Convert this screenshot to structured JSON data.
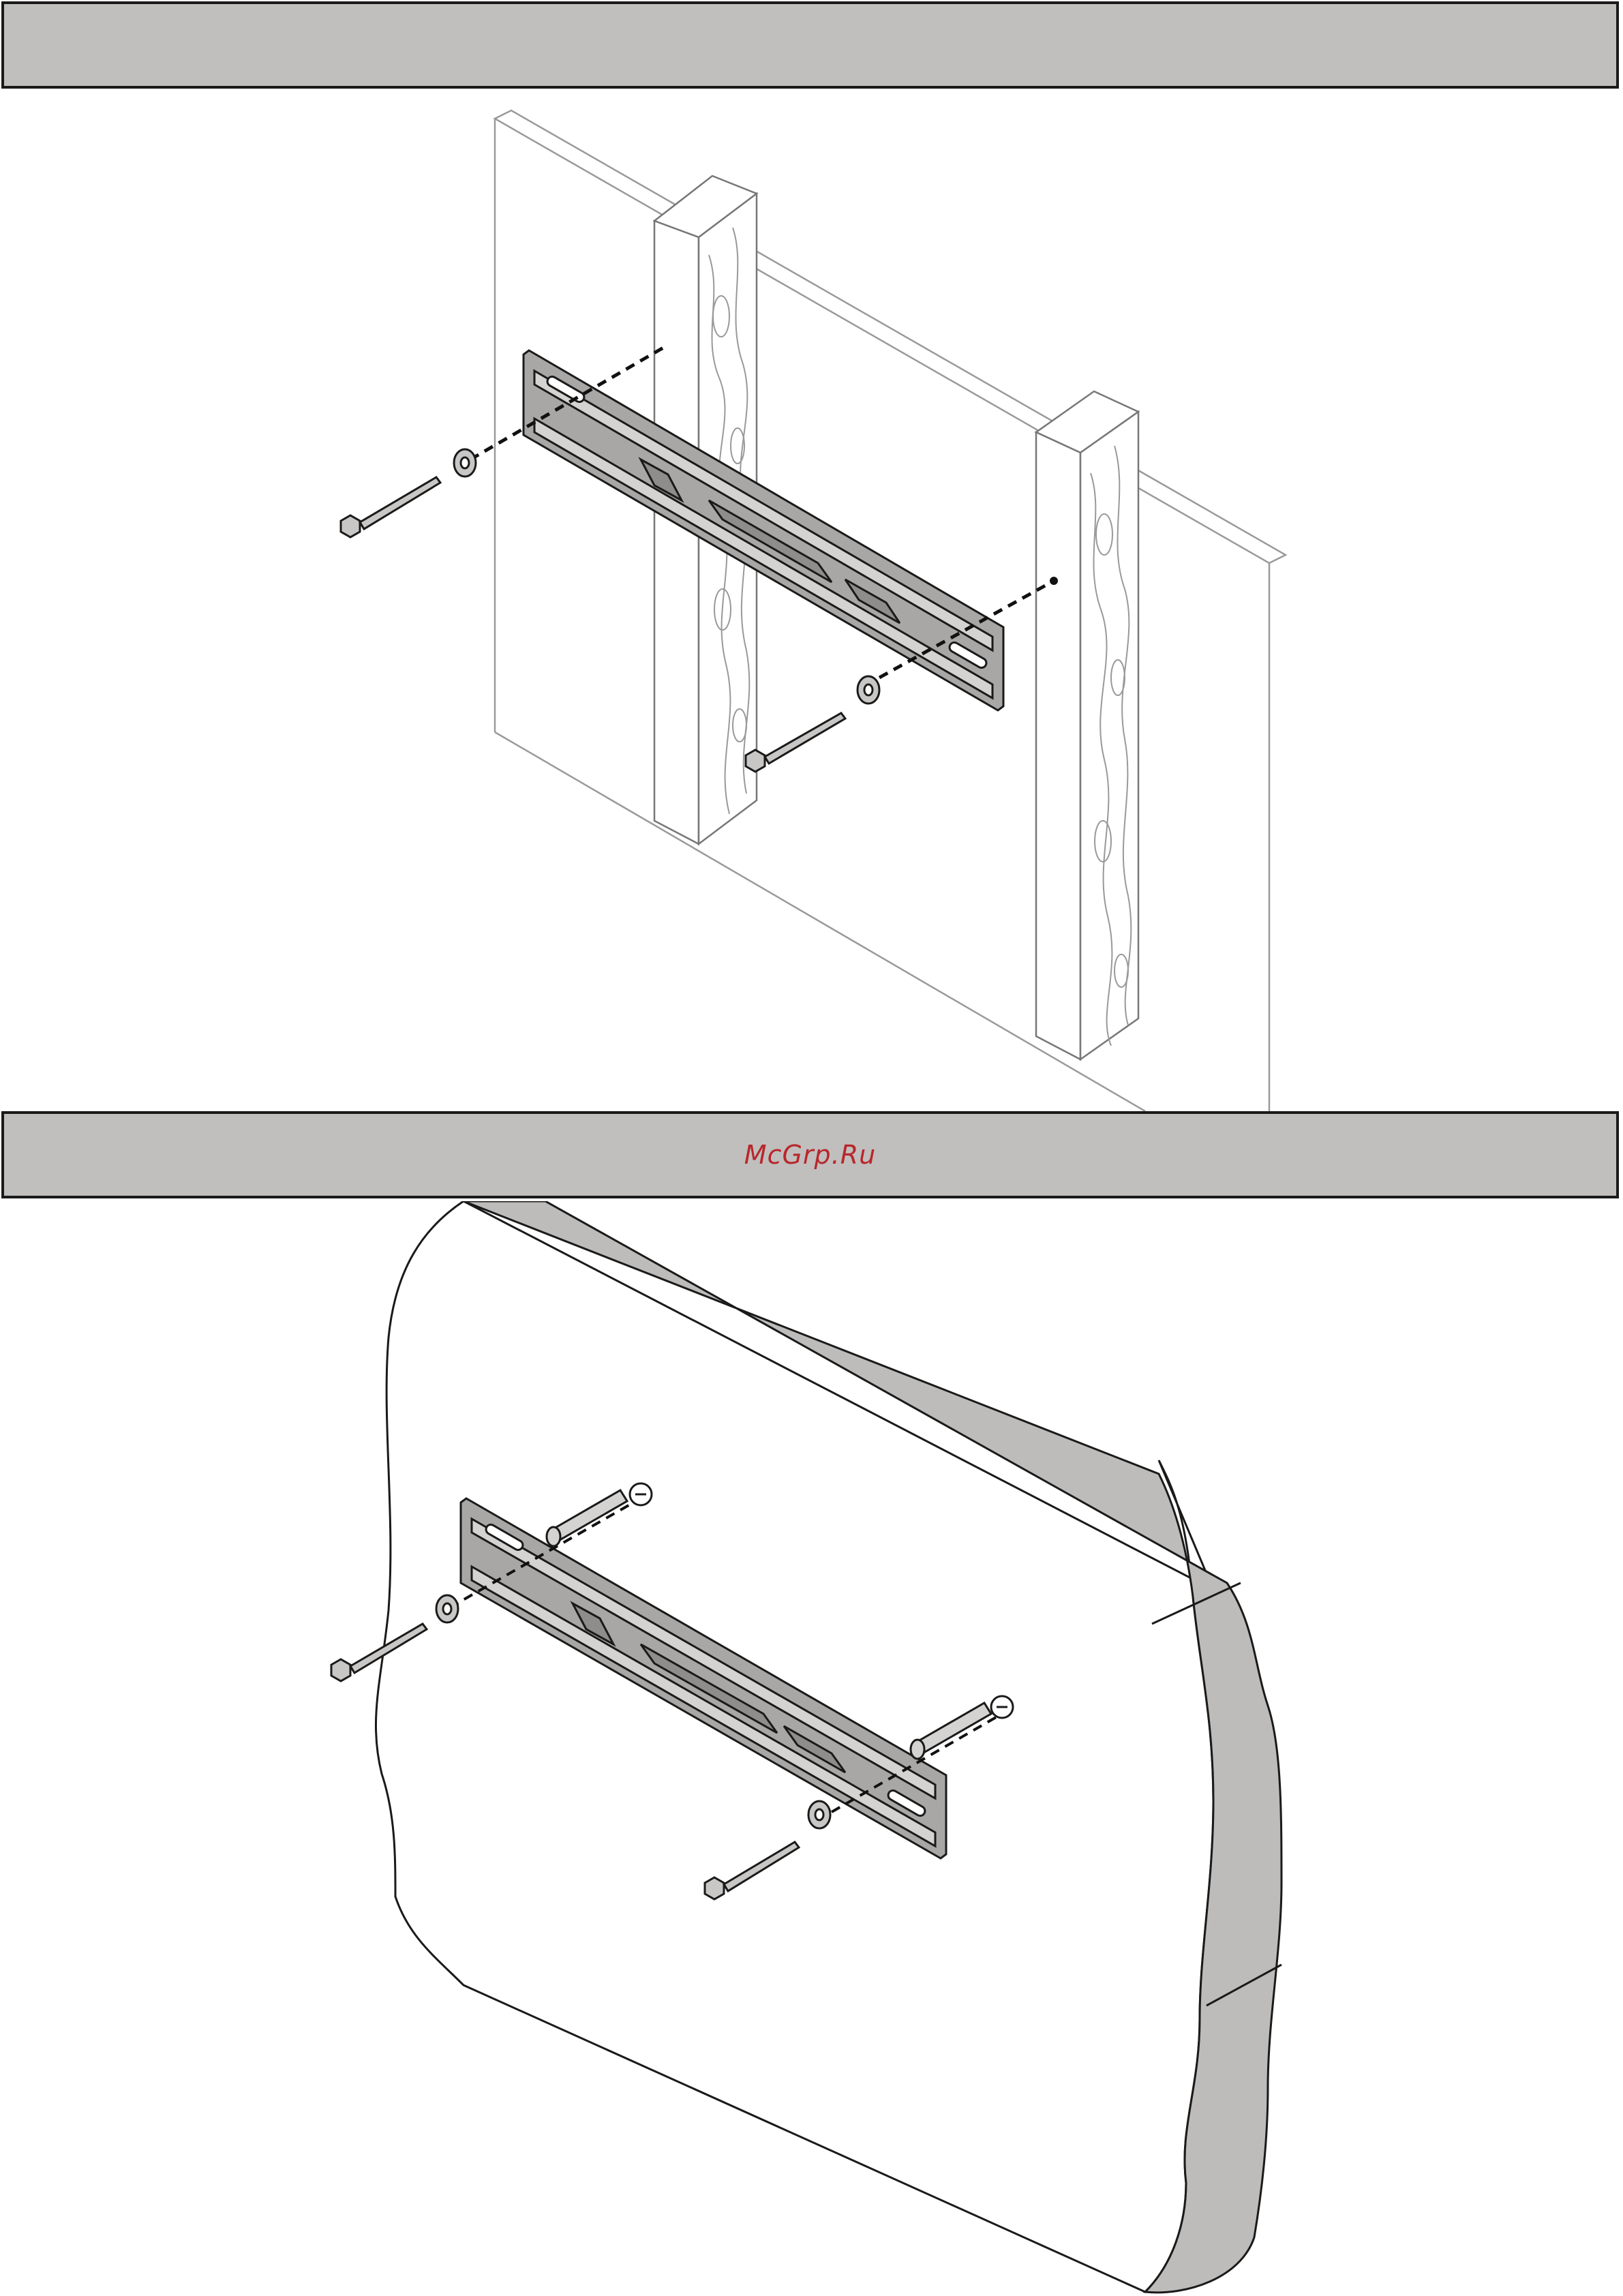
{
  "header_bar": {
    "text": ""
  },
  "middle_bar": {
    "watermark": "McGrp.Ru"
  },
  "colors": {
    "bar_fill": "#c0bfbd",
    "bar_border": "#1a1a1a",
    "watermark": "#b8262c",
    "bracket_fill": "#a8a7a5",
    "wall_edge": "#bdbcba"
  },
  "figures": [
    {
      "name": "wood-stud-mounting",
      "icon": "wood-stud-wall-illustration"
    },
    {
      "name": "concrete-wall-mounting",
      "icon": "solid-wall-illustration"
    }
  ]
}
